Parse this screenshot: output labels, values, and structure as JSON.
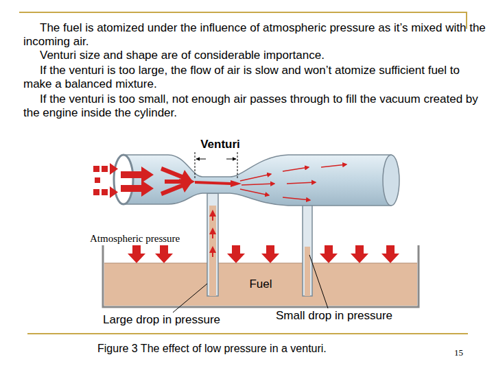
{
  "diagram": {
    "caption": "Figure 3 The effect of low pressure in a venturi.",
    "nodes": [
      {
        "text": [
          "Fuel"
        ]
      }
    ],
    "labels": [
      "The fuel is atomized under the influence of atmospheric pressure as it’s mixed with the incoming air.",
      "Venturi size and shape are of considerable importance.",
      "If the venturi is too large, the flow of air is slow and won’t atomize sufficient fuel to make a balanced mixture.",
      "If the venturi is too small, not enough air passes through to fill the vacuum created by the engine inside the cylinder.",
      "Venturi",
      "Atmospheric pressure",
      "Large drop in pressure",
      "Small drop in pressure",
      "15"
    ]
  }
}
